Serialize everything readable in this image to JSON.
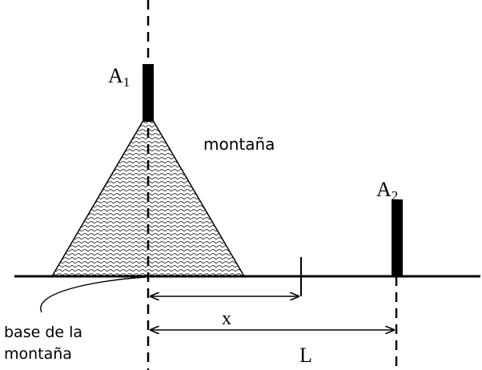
{
  "labels": {
    "antenna1_letter": "A",
    "antenna1_sub": "1",
    "antenna2_letter": "A",
    "antenna2_sub": "2",
    "mountain": "montaña",
    "distance_x": "x",
    "distance_L": "L",
    "base_line1": "base de la",
    "base_line2": "montaña"
  },
  "colors": {
    "ink": "#000000",
    "background": "#ffffff"
  }
}
